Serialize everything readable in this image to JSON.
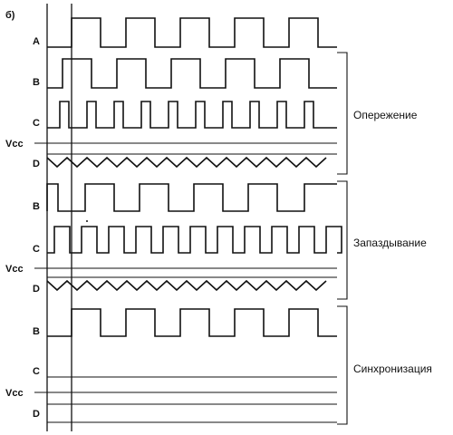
{
  "figure_label": "б)",
  "channels": {
    "a": "A",
    "b": "B",
    "c": "C",
    "vcc": "Vcc",
    "d": "D"
  },
  "sections": {
    "advance": "Опережение",
    "delay": "Запаздывание",
    "sync": "Синхронизация"
  }
}
